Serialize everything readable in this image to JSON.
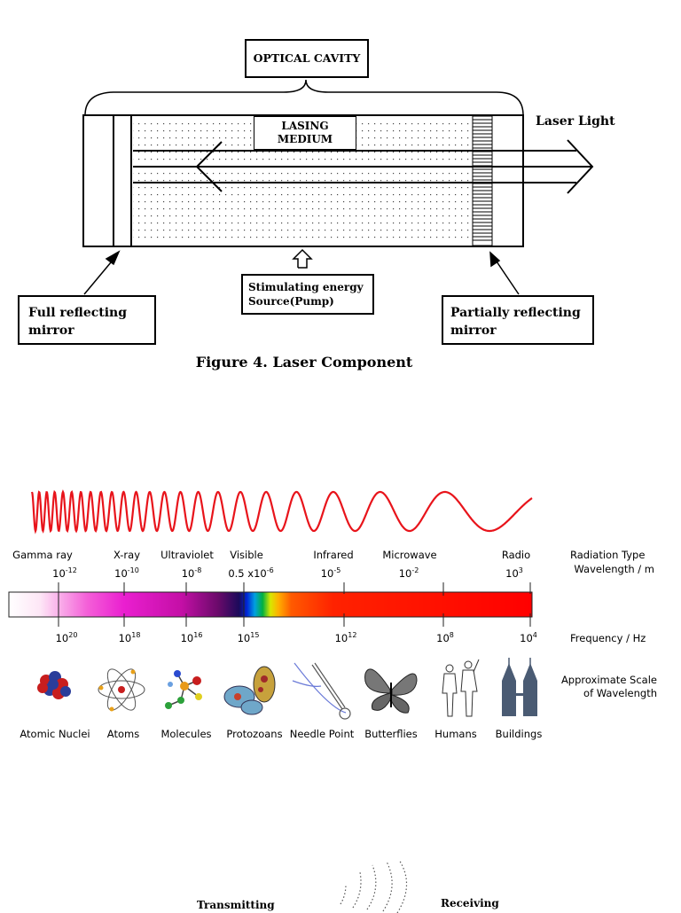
{
  "laser_figure": {
    "optical_cavity_label": "OPTICAL CAVITY",
    "lasing_medium_label_line1": "LASING",
    "lasing_medium_label_line2": "MEDIUM",
    "laser_light_label": "Laser Light",
    "pump_label_line1": "Stimulating energy",
    "pump_label_line2": "Source(Pump)",
    "full_mirror_label_line1": "Full reflecting",
    "full_mirror_label_line2": "mirror",
    "partial_mirror_label_line1": "Partially reflecting",
    "partial_mirror_label_line2": "mirror",
    "caption": "Figure 4. Laser Component"
  },
  "spectrum": {
    "radiation_types": [
      "Gamma ray",
      "X-ray",
      "Ultraviolet",
      "Visible",
      "Infrared",
      "Microwave",
      "Radio"
    ],
    "radiation_type_label": "Radiation Type",
    "wavelength_label": "Wavelength / m",
    "wavelengths": [
      {
        "base": "10",
        "exp": "-12"
      },
      {
        "base": "10",
        "exp": "-10"
      },
      {
        "base": "10",
        "exp": "-8"
      },
      {
        "base": "0.5 x10",
        "exp": "-6"
      },
      {
        "base": "10",
        "exp": "-5"
      },
      {
        "base": "10",
        "exp": "-2"
      },
      {
        "base": "10",
        "exp": "3"
      }
    ],
    "frequencies": [
      {
        "base": "10",
        "exp": "20"
      },
      {
        "base": "10",
        "exp": "18"
      },
      {
        "base": "10",
        "exp": "16"
      },
      {
        "base": "10",
        "exp": "15"
      },
      {
        "base": "10",
        "exp": "12"
      },
      {
        "base": "10",
        "exp": "8"
      },
      {
        "base": "10",
        "exp": "4"
      }
    ],
    "frequency_label": "Frequency / Hz",
    "scale_label_line1": "Approximate Scale",
    "scale_label_line2": "of Wavelength",
    "scale_objects": [
      "Atomic Nuclei",
      "Atoms",
      "Molecules",
      "Protozoans",
      "Needle Point",
      "Butterflies",
      "Humans",
      "Buildings"
    ],
    "wave_color": "#e8141b"
  },
  "antenna_figure": {
    "transmitting_label": "Transmitting",
    "receiving_label": "Receiving"
  }
}
